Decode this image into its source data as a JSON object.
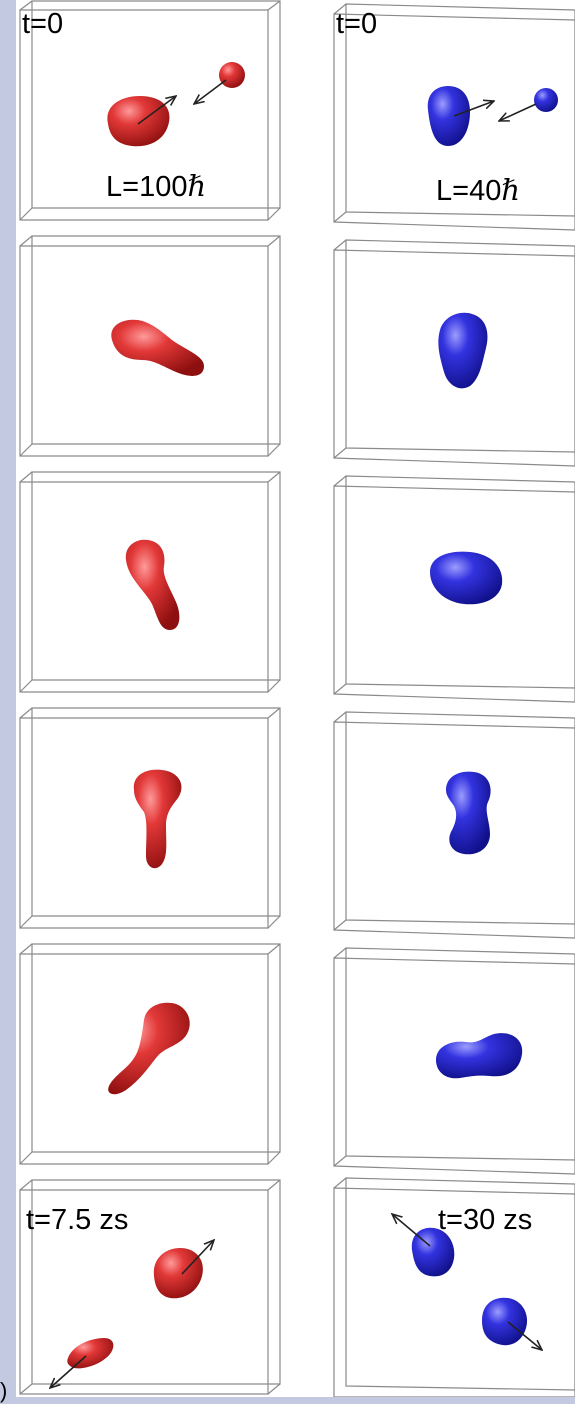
{
  "columns": [
    {
      "name": "left",
      "color": "#d42a2a",
      "labels": {
        "t_start": "t=0",
        "angular_momentum": "L=100",
        "hbar": "ℏ",
        "t_end": "t=7.5 zs"
      }
    },
    {
      "name": "right",
      "color": "#2a2ad6",
      "labels": {
        "t_start": "t=0",
        "angular_momentum": "L=40",
        "hbar": "ℏ",
        "t_end": "t=30 zs"
      }
    }
  ],
  "frames_per_column": 6,
  "corner_mark": ")"
}
